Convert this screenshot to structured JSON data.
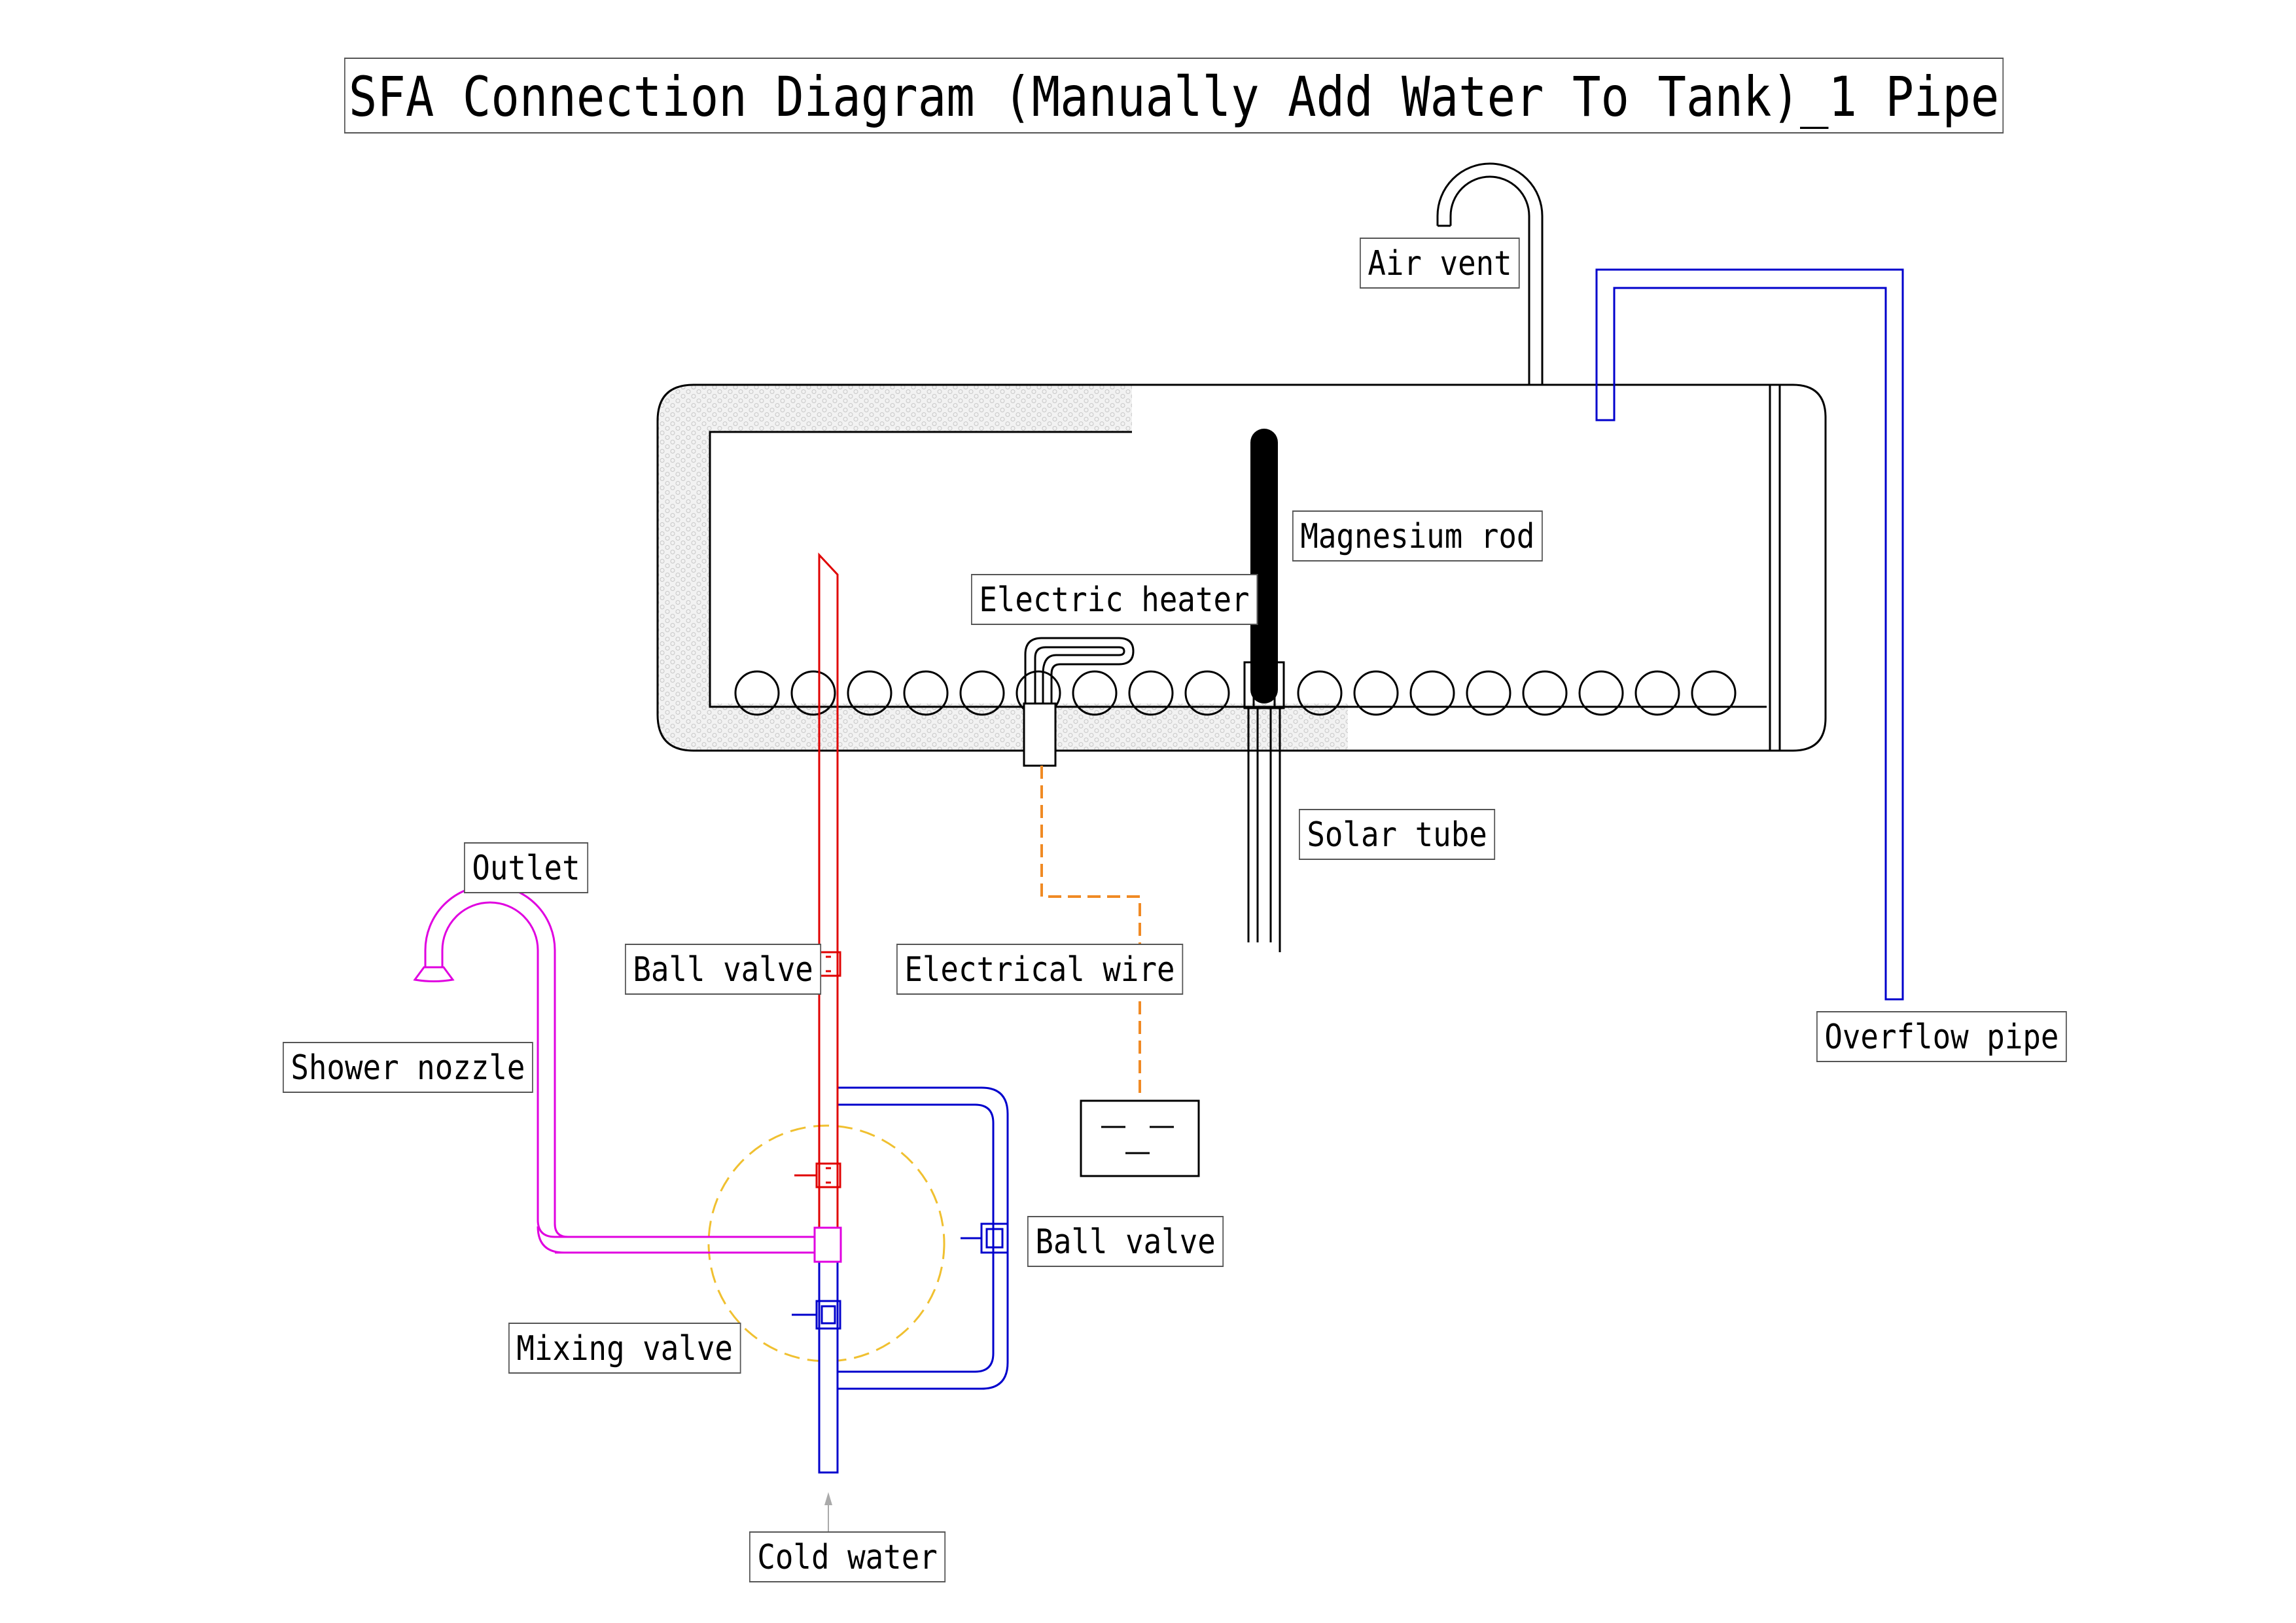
{
  "title": "SFA Connection Diagram (Manually Add Water To Tank)_1 Pipe",
  "labels": {
    "air_vent": "Air vent",
    "magnesium_rod": "Magnesium rod",
    "electric_heater": "Electric heater",
    "solar_tube": "Solar tube",
    "outlet": "Outlet",
    "ball_valve_hot": "Ball valve",
    "electrical_wire": "Electrical wire",
    "overflow_pipe": "Overflow pipe",
    "shower_nozzle": "Shower nozzle",
    "ball_valve_cold": "Ball valve",
    "mixing_valve": "Mixing valve",
    "cold_water": "Cold water"
  },
  "colors": {
    "hot_pipe": "#e00000",
    "cold_pipe": "#0000cc",
    "outlet_pipe": "#e000e0",
    "electrical_wire": "#f08a24",
    "mixing_zone": "#f0c030",
    "tank_outline": "#000000",
    "insulation": "#e6e6e6"
  }
}
